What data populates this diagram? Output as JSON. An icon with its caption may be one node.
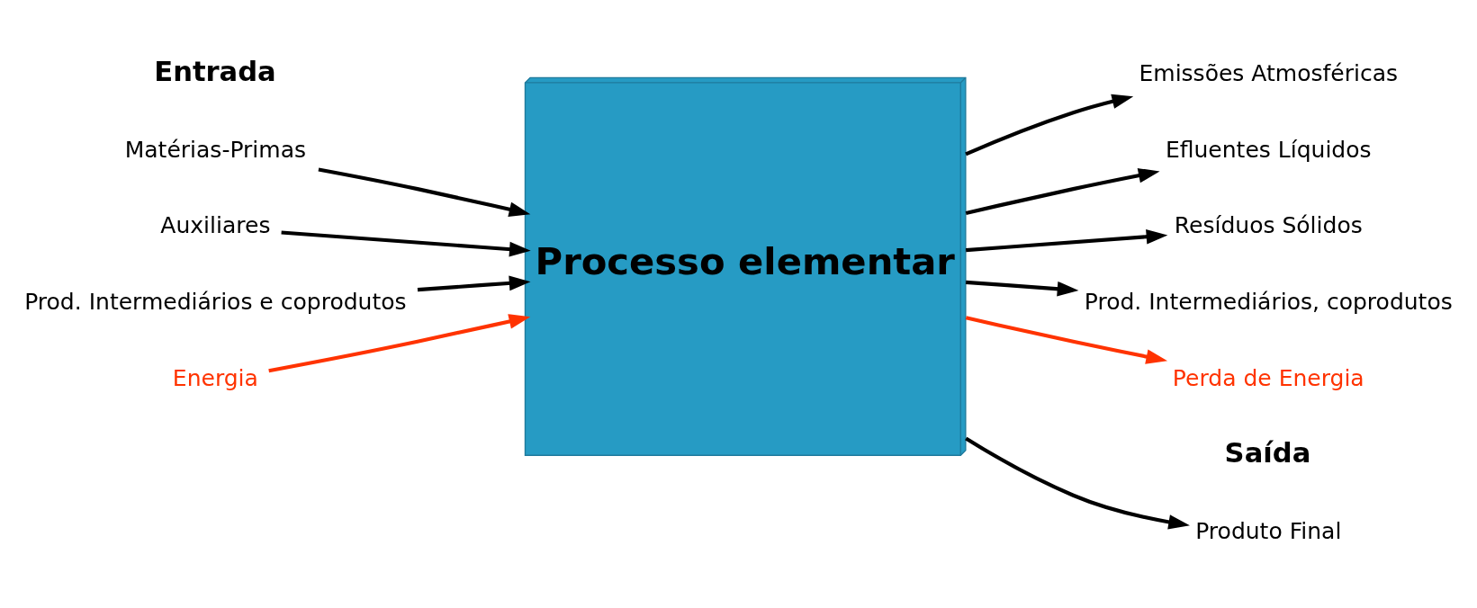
{
  "diagram": {
    "nodes": [
      {
        "text": [
          "Matérias-Primas"
        ]
      },
      {
        "text": [
          "Auxiliares"
        ]
      },
      {
        "text": [
          "Prod. Intermediários e coprodutos"
        ]
      },
      {
        "text": [
          "Energia"
        ]
      },
      {
        "text": [
          "Processo elementar"
        ]
      },
      {
        "text": [
          "Produto Final"
        ]
      },
      {
        "text": [
          "Emissões Atmosféricas"
        ]
      },
      {
        "text": [
          "Efluentes Líquidos"
        ]
      },
      {
        "text": [
          "Resíduos Sólidos"
        ]
      },
      {
        "text": [
          "Prod. Intermediários, coprodutos"
        ]
      },
      {
        "text": [
          "Perda de Energia"
        ]
      }
    ],
    "edges": [
      {
        "from": 0,
        "to": 4,
        "arrow": "to"
      },
      {
        "from": 1,
        "to": 4,
        "arrow": "to"
      },
      {
        "from": 2,
        "to": 4,
        "arrow": "to"
      },
      {
        "from": 3,
        "to": 4,
        "arrow": "to",
        "color": "#ff3300"
      },
      {
        "from": 4,
        "to": 5,
        "arrow": "to"
      },
      {
        "from": 4,
        "to": 6,
        "arrow": "to"
      },
      {
        "from": 4,
        "to": 7,
        "arrow": "to"
      },
      {
        "from": 4,
        "to": 8,
        "arrow": "to"
      },
      {
        "from": 4,
        "to": 9,
        "arrow": "to"
      },
      {
        "from": 4,
        "to": 10,
        "arrow": "to",
        "color": "#ff3300"
      }
    ],
    "labels": [
      "Entrada",
      "Saída"
    ]
  }
}
